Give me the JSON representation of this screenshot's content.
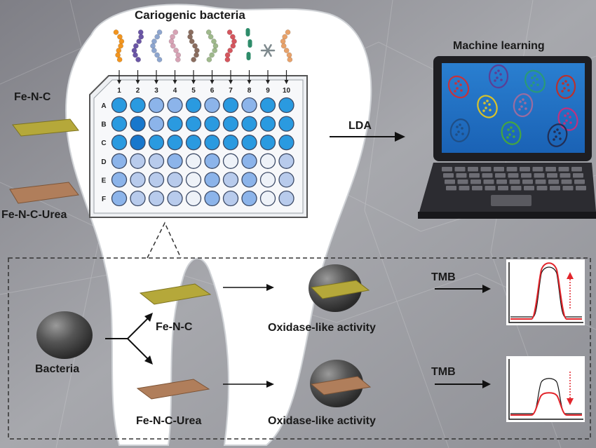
{
  "title": "Cariogenic bacteria",
  "machine_learning": "Machine learning",
  "lda": "LDA",
  "material_fenc": "Fe-N-C",
  "material_fencurea": "Fe-N-C-Urea",
  "plate": {
    "columns": [
      "1",
      "2",
      "3",
      "4",
      "5",
      "6",
      "7",
      "8",
      "9",
      "10"
    ],
    "rows": [
      "A",
      "B",
      "C",
      "D",
      "E",
      "F"
    ],
    "well_levels": [
      [
        3,
        3,
        2,
        2,
        3,
        2,
        3,
        2,
        3,
        3
      ],
      [
        3,
        4,
        2,
        3,
        3,
        3,
        3,
        3,
        3,
        3
      ],
      [
        3,
        4,
        3,
        3,
        3,
        3,
        3,
        3,
        3,
        3
      ],
      [
        2,
        1,
        1,
        2,
        0,
        2,
        0,
        2,
        0,
        1
      ],
      [
        2,
        1,
        1,
        1,
        0,
        2,
        1,
        2,
        0,
        1
      ],
      [
        2,
        1,
        1,
        1,
        0,
        2,
        1,
        2,
        0,
        1
      ]
    ]
  },
  "bacteria_colors": [
    "#f2951f",
    "#6b56a6",
    "#8ea6cf",
    "#d7a3b5",
    "#8a6d5f",
    "#9fb98c",
    "#d5565e",
    "#2e8c6a",
    "#7f8a8e",
    "#e8a26a"
  ],
  "cluster_colors": [
    "#c7323b",
    "#5b3e95",
    "#2a9a78",
    "#b8322f",
    "#d8c22a",
    "#9a6ca0",
    "#c0317e",
    "#1f4e86",
    "#45a540",
    "#222e55"
  ],
  "bottom": {
    "bacteria_label": "Bacteria",
    "fenc_label": "Fe-N-C",
    "fencurea_label": "Fe-N-C-Urea",
    "oxidase_label_top": "Oxidase-like activity",
    "oxidase_label_bottom": "Oxidase-like activity",
    "tmb_top": "TMB",
    "tmb_bottom": "TMB"
  },
  "colors": {
    "fenc": "#b5a83a",
    "fencurea": "#b07e5b",
    "well_blue": "#1b8bd8"
  }
}
